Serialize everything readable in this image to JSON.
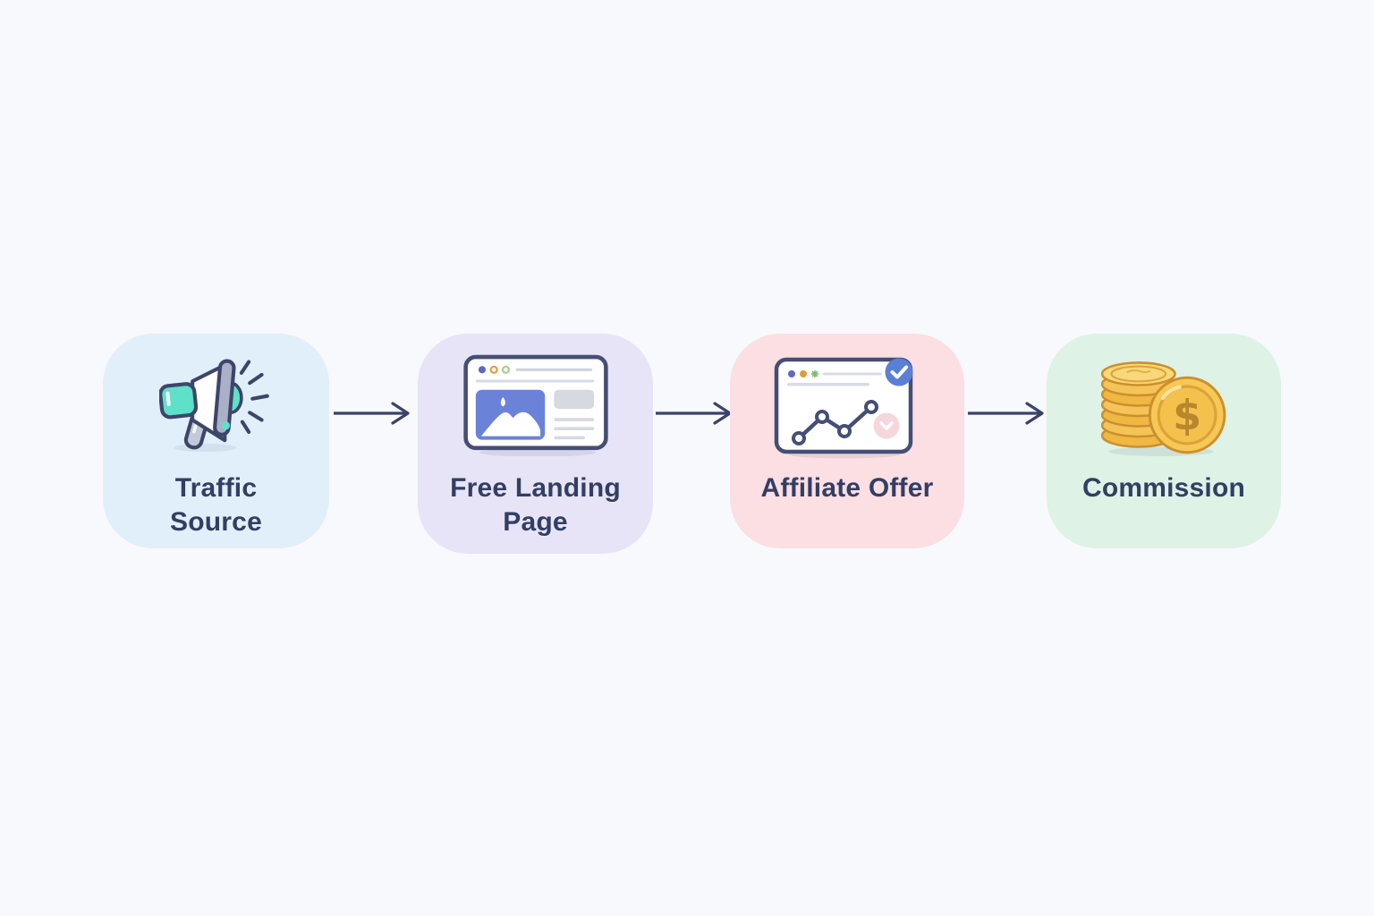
{
  "page": {
    "background": "#f8f9fc"
  },
  "diagram": {
    "type": "flow",
    "direction": "left-to-right",
    "arrow_color": "#3a4268",
    "label_color": "#333e63",
    "card_border_color": "#454e74",
    "steps": [
      {
        "label": "Traffic Source",
        "icon": "megaphone-icon",
        "bg": "#e1effa"
      },
      {
        "label": "Free Landing Page",
        "icon": "landing-page-browser-icon",
        "bg": "#e6e4f6"
      },
      {
        "label": "Affiliate Offer",
        "icon": "analytics-browser-check-icon",
        "bg": "#fbdfe3"
      },
      {
        "label": "Commission",
        "icon": "gold-coins-icon",
        "bg": "#def2e6"
      }
    ],
    "icon_colors": {
      "teal": "#5ee0cb",
      "gray_bar": "#a9b0c8",
      "periwinkle_image": "#6b82d9",
      "check_blue": "#5b7fd4",
      "chevron_pink": "#f5d6da",
      "coin_gold": "#f5c655",
      "coin_edge": "#cc8f2e",
      "dollar_sign": "#b8862c"
    }
  }
}
